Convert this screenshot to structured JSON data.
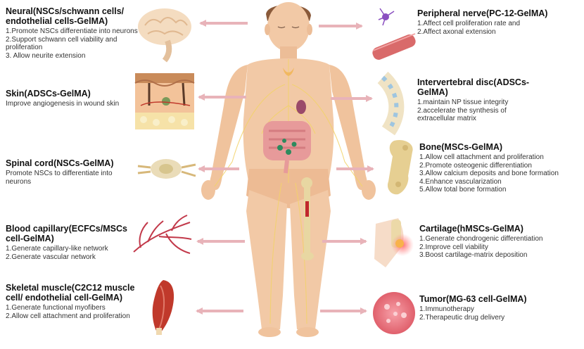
{
  "colors": {
    "arrow": "#e8b3b9",
    "skin": "#f2c9a6",
    "title_text": "#111111",
    "body_text": "#333333"
  },
  "left": [
    {
      "id": "neural",
      "title": "Neural(NSCs/schwann cells/ endothelial cells-GelMA)",
      "items": [
        "1.Promote NSCs  differentiate into neurons",
        "2.Support schwann cell viability and proliferation",
        "3. Allow neurite extension"
      ],
      "icon": "brain-icon"
    },
    {
      "id": "skin",
      "title": "Skin(ADSCs-GelMA)",
      "items": [
        "Improve angiogenesis in wound skin"
      ],
      "icon": "skin-section-icon"
    },
    {
      "id": "spinal",
      "title": "Spinal cord(NSCs-GelMA)",
      "items": [
        "Promote NSCs to differentiate into neurons"
      ],
      "icon": "spinal-cord-icon"
    },
    {
      "id": "capillary",
      "title": "Blood capillary(ECFCs/MSCs cell-GelMA)",
      "items": [
        "1.Generate capillary-like network",
        "2.Generate vascular network"
      ],
      "icon": "capillary-icon"
    },
    {
      "id": "muscle",
      "title": "Skeletal muscle(C2C12 muscle cell/ endothelial cell-GelMA)",
      "items": [
        "1.Generate functional myofibers",
        "2.Allow cell attachment and proliferation"
      ],
      "icon": "muscle-icon"
    }
  ],
  "right": [
    {
      "id": "nerve",
      "title": "Peripheral nerve(PC-12-GelMA)",
      "items": [
        "1.Affect cell proliferation rate and",
        "2.Affect  axonal extension"
      ],
      "icon": "nerve-icon"
    },
    {
      "id": "disc",
      "title": "Intervertebral disc(ADSCs-GelMA)",
      "items": [
        "1.maintain NP tissue integrity",
        "2.accelerate the synthesis of extracellular matrix"
      ],
      "icon": "intervertebral-disc-icon"
    },
    {
      "id": "bone",
      "title": "Bone(MSCs-GelMA)",
      "items": [
        "1.Allow cell attachment and proliferation",
        "2.Promote osteogenic differentiation",
        "3.Allow calcium deposits and bone formation",
        "4.Enhance vascularization",
        "5.Allow total bone formation"
      ],
      "icon": "bone-icon"
    },
    {
      "id": "cartilage",
      "title": "Cartilage(hMSCs-GelMA)",
      "items": [
        "1.Generate chondrogenic differentiation",
        "2.Improve cell viability",
        "3.Boost cartilage-matrix deposition"
      ],
      "icon": "knee-cartilage-icon"
    },
    {
      "id": "tumor",
      "title": "Tumor(MG-63  cell-GelMA)",
      "items": [
        "1.Immunotherapy",
        "2.Therapeutic drug delivery"
      ],
      "icon": "tumor-icon"
    }
  ]
}
